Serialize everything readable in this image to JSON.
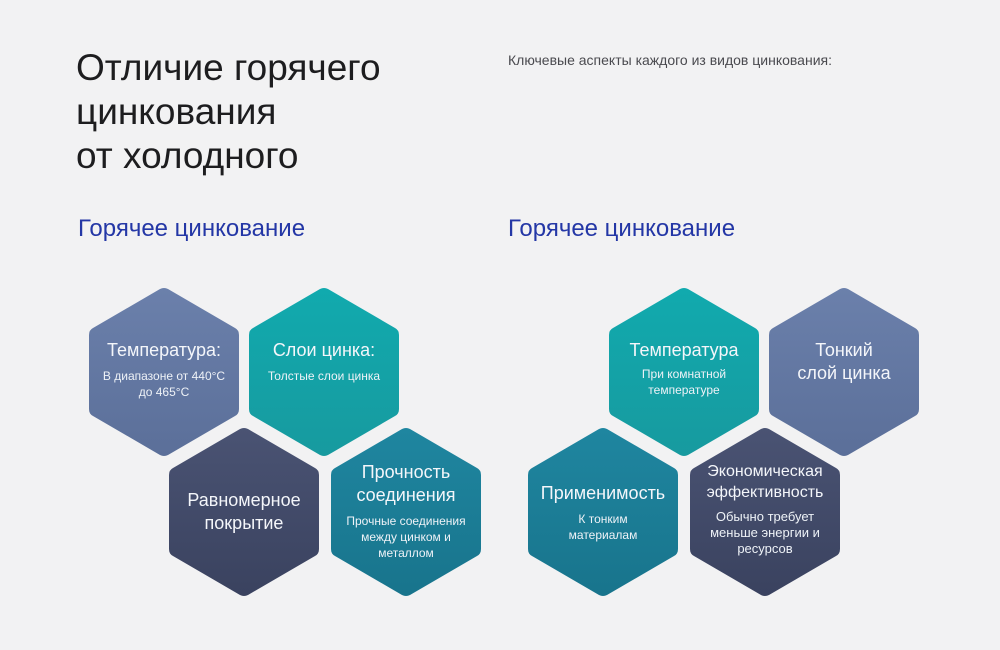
{
  "header": {
    "title": "Отличие горячего\nцинкования\nот холодного",
    "subtitle": "Ключевые аспекты каждого из видов цинкования:"
  },
  "colors": {
    "background": "#f2f2f3",
    "section_title": "#2437a6",
    "slate_blue": "#6479a3",
    "teal": "#15a3a8",
    "dark_navy": "#414a68",
    "deep_teal": "#1c7d96"
  },
  "left_section": {
    "title": "Горячее цинкование",
    "hexagons": [
      {
        "title": "Температура:",
        "description": "В диапазоне от 440°C до 465°C",
        "color": "#6479a3"
      },
      {
        "title": "Слои цинка:",
        "description": "Толстые слои цинка",
        "color": "#15a3a8"
      },
      {
        "title": "Равномерное покрытие",
        "description": "",
        "color": "#414a68"
      },
      {
        "title": "Прочность соединения",
        "description": "Прочные соединения между цинком и металлом",
        "color": "#1c7d96"
      }
    ]
  },
  "right_section": {
    "title": "Горячее цинкование",
    "hexagons": [
      {
        "title": "Температура",
        "description": "При комнатной температуре",
        "color": "#15a3a8"
      },
      {
        "title": "Тонкий слой цинка",
        "description": "",
        "color": "#6479a3"
      },
      {
        "title": "Применимость",
        "description": "К тонким материалам",
        "color": "#1c7d96"
      },
      {
        "title": "Экономическая эффективность",
        "description": "Обычно требует меньше энергии и ресурсов",
        "color": "#414a68"
      }
    ]
  }
}
